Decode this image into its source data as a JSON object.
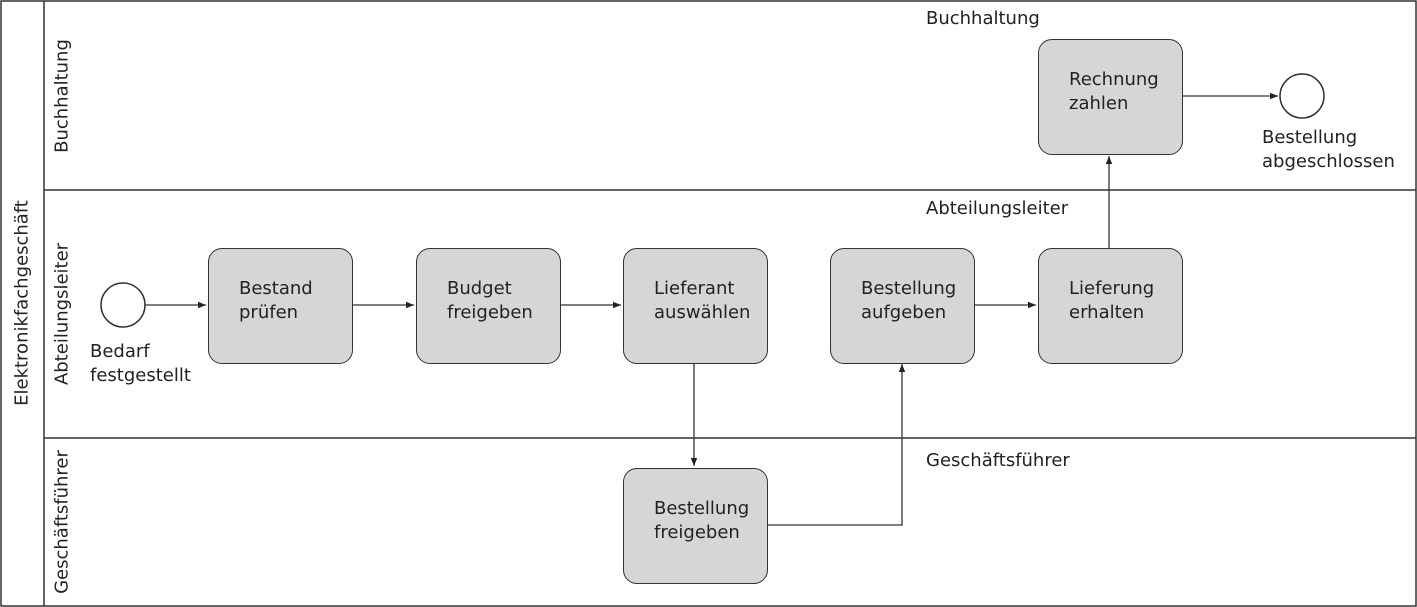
{
  "pool": {
    "label": "Elektronikfachgeschäft"
  },
  "lanes": {
    "buchhaltung": {
      "side_label": "Buchhaltung",
      "title": "Buchhaltung"
    },
    "abteilungsleiter": {
      "side_label": "Abteilungsleiter",
      "title": "Abteilungsleiter"
    },
    "geschaeftsfuehrer": {
      "side_label": "Geschäftsführer",
      "title": "Geschäftsführer"
    }
  },
  "tasks": {
    "bestand_pruefen": {
      "line1": "Bestand",
      "line2": "prüfen"
    },
    "budget_freigeben": {
      "line1": "Budget",
      "line2": "freigeben"
    },
    "lieferant_auswaehlen": {
      "line1": "Lieferant",
      "line2": "auswählen"
    },
    "bestellung_aufgeben": {
      "line1": "Bestellung",
      "line2": "aufgeben"
    },
    "lieferung_erhalten": {
      "line1": "Lieferung",
      "line2": "erhalten"
    },
    "rechnung_zahlen": {
      "line1": "Rechnung",
      "line2": "zahlen"
    },
    "bestellung_freigeben": {
      "line1": "Bestellung",
      "line2": "freigeben"
    }
  },
  "events": {
    "start": {
      "line1": "Bedarf",
      "line2": "festgestellt"
    },
    "end": {
      "line1": "Bestellung",
      "line2": "abgeschlossen"
    }
  },
  "colors": {
    "task_fill": "#d6d6d6",
    "stroke": "#333333",
    "text": "#222222"
  }
}
